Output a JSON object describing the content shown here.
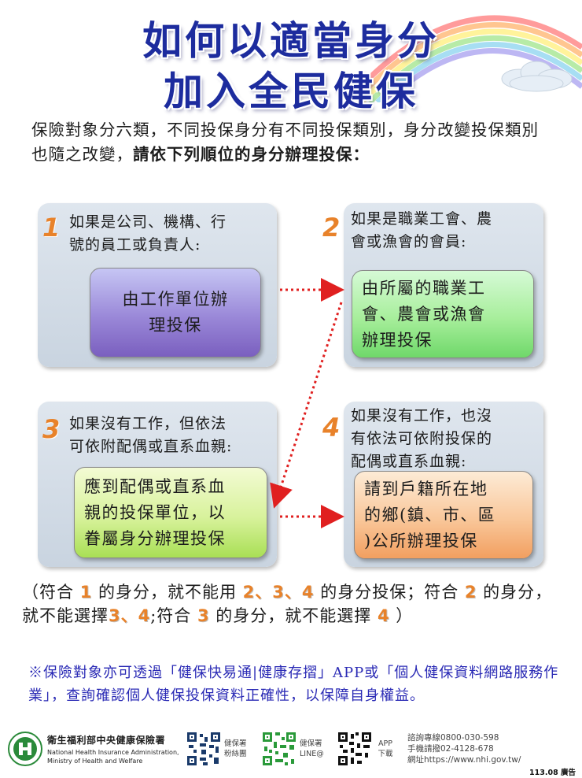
{
  "title": {
    "line1": "如何以適當身分",
    "line2": "加入全民健保"
  },
  "intro": {
    "text": "保險對象分六類，不同投保身分有不同投保類別，身分改變投保類別也隨之改變，",
    "emphasis": "請依下列順位的身分辦理投保："
  },
  "steps": [
    {
      "number": "1",
      "condition_line1": "如果是公司、機構、行",
      "condition_line2": "號的員工或負責人:",
      "action_line1": "由工作單位辦",
      "action_line2": "理投保",
      "action_line3": ""
    },
    {
      "number": "2",
      "condition_line1": "如果是職業工會、農",
      "condition_line2": "會或漁會的會員:",
      "action_line1": "由所屬的職業工",
      "action_line2": "會、農會或漁會",
      "action_line3": "辦理投保"
    },
    {
      "number": "3",
      "condition_line1": "如果沒有工作，但依法",
      "condition_line2": "可依附配偶或直系血親:",
      "action_line1": "應到配偶或直系血",
      "action_line2": "親的投保單位，以",
      "action_line3": "眷屬身分辦理投保"
    },
    {
      "number": "4",
      "condition_line1": "如果沒有工作，也沒",
      "condition_line2": "有依法可依附投保的",
      "condition_line3": "配偶或直系血親:",
      "action_line1": "請到戶籍所在地",
      "action_line2": "的鄉(鎮、市、區",
      "action_line3": ")公所辦理投保"
    }
  ],
  "rule": {
    "p1": "（符合 ",
    "n1": "1",
    "p2": " 的身分，就不能用 ",
    "n2": "2、3、4",
    "p3": " 的身分投保；符合 ",
    "n4": "2",
    "p4": " 的身分，就不能選擇",
    "n5": "3、4",
    "p5": ";符合 ",
    "n6": "3",
    "p6": " 的身分，就不能選擇 ",
    "n7": "4",
    "p7": " ）"
  },
  "note": "※保險對象亦可透過「健保快易通|健康存摺」APP或「個人健保資料網路服務作業」，查詢確認個人健保投保資料正確性，以保障自身權益。",
  "footer": {
    "org_zh": "衛生福利部中央健康保險署",
    "org_en_line1": "National Health Insurance Administration,",
    "org_en_line2": "Ministry of Health and Welfare",
    "qr1_label_line1": "健保署",
    "qr1_label_line2": "粉絲團",
    "qr2_label_line1": "健保署",
    "qr2_label_line2": "LINE@",
    "qr3_label_line1": "APP",
    "qr3_label_line2": "下載",
    "hotline": "諮詢專線0800-030-598",
    "mobile": "手機請撥02-4128-678",
    "website": "網址https://www.nhi.gov.tw/",
    "ad_code": "113.08 廣告"
  },
  "colors": {
    "title": "#1d2c9e",
    "step_number": "#e8822a",
    "note_text": "#2a2ab5",
    "arrow": "#e02020"
  }
}
